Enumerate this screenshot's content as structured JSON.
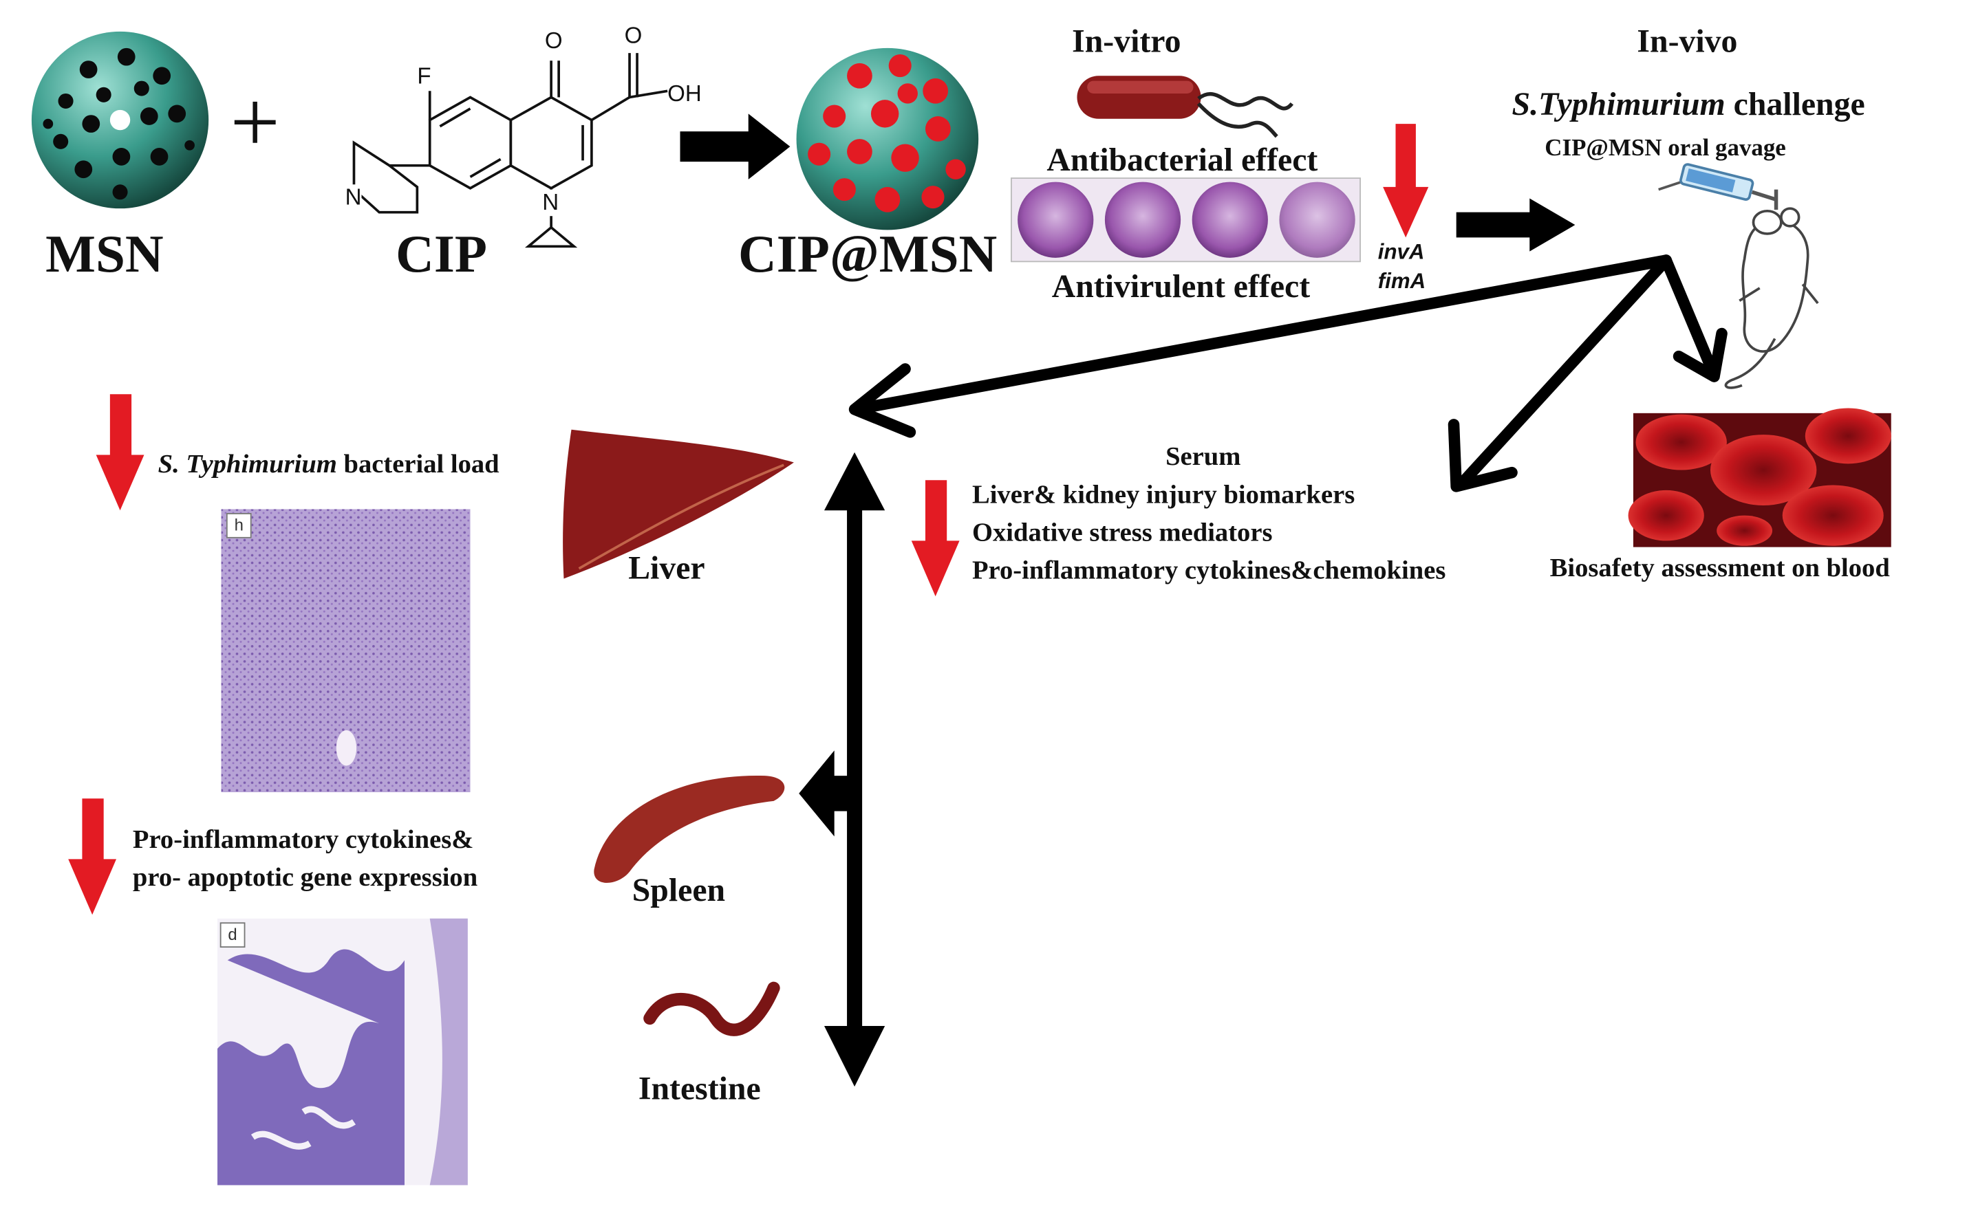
{
  "labels": {
    "msn": "MSN",
    "plus": "+",
    "cip": "CIP",
    "cip_msn": "CIP@MSN",
    "in_vitro": "In-vitro",
    "antibacterial": "Antibacterial effect",
    "antivirulent": "Antivirulent effect",
    "gene_inva": "invA",
    "gene_fima": "fimA",
    "in_vivo": "In-vivo",
    "challenge_species": "S.Typhimurium",
    "challenge_word": "challenge",
    "gavage": "CIP@MSN oral gavage",
    "serum_title": "Serum",
    "serum_item_1": "Liver& kidney injury biomarkers",
    "serum_item_2": "Oxidative stress mediators",
    "serum_item_3": "Pro-inflammatory cytokines&chemokines",
    "biosafety": "Biosafety assessment on blood",
    "load_species": "S. Typhimurium",
    "load_rest": "bacterial load",
    "cytokines_line_1": "Pro-inflammatory cytokines&",
    "cytokines_line_2": "pro- apoptotic gene expression",
    "liver": "Liver",
    "spleen": "Spleen",
    "intestine": "Intestine",
    "panel_liver_tag": "h",
    "panel_intestine_tag": "d"
  },
  "chemistry": {
    "fluorine": "F",
    "ketone_o": "O",
    "acid_o": "O",
    "acid_oh": "OH",
    "ring_n": "N",
    "piperazine_n": "N"
  },
  "colors": {
    "msn_teal": "#3a9c8c",
    "drug_red": "#e31b23",
    "down_arrow": "#e31b23",
    "organ_dark_red": "#8b1a1a",
    "stain_purple": "#a488c8",
    "arrow_black": "#000000"
  },
  "icons": [
    "msn-sphere-icon",
    "cip-molecule-icon",
    "cip-msn-sphere-icon",
    "bacterium-icon",
    "well-plate-icon",
    "mouse-icon",
    "syringe-icon",
    "red-blood-cells-icon",
    "liver-icon",
    "spleen-icon",
    "intestine-icon",
    "down-arrow-icon"
  ]
}
